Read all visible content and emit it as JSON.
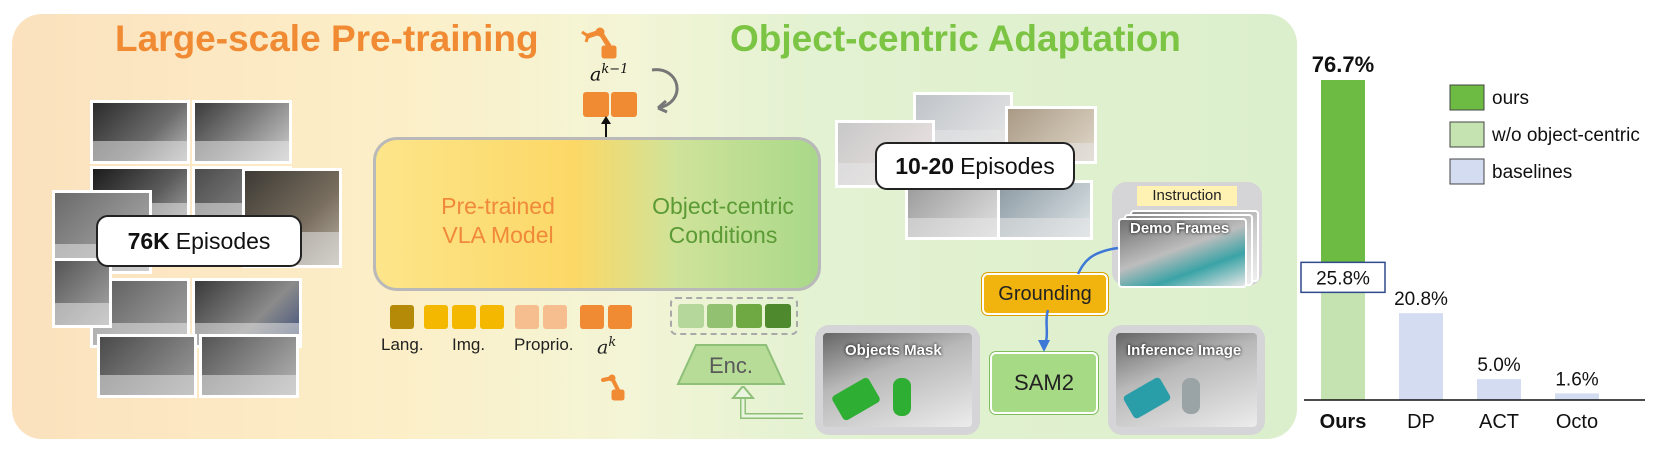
{
  "titles": {
    "left": "Large-scale Pre-training",
    "right": "Object-centric Adaptation"
  },
  "left_stack": {
    "count": "76K",
    "label": "Episodes"
  },
  "right_stack": {
    "count": "10-20",
    "label": "Episodes"
  },
  "model": {
    "left_line1": "Pre-trained",
    "left_line2": "VLA Model",
    "right_line1": "Object-centric",
    "right_line2": "Conditions"
  },
  "action_out_label": "a^{k−1}",
  "tokens": {
    "lang": "Lang.",
    "img": "Img.",
    "proprio": "Proprio.",
    "action": "a^k"
  },
  "encoder": "Enc.",
  "instruction": "Instruction",
  "demo_frames": "Demo Frames",
  "grounding": "Grounding",
  "sam2": "SAM2",
  "objects_mask": "Objects Mask",
  "inference_image": "Inference Image",
  "colors": {
    "orange_title": "#f08a33",
    "green_title": "#7cc444",
    "ours": "#6dbb42",
    "wo_object_centric": "#c5e3b0",
    "baselines": "#d3dcf0",
    "grounding": "#f1b40f"
  },
  "chart_data": {
    "type": "bar",
    "categories": [
      "Ours",
      "DP",
      "ACT",
      "Octo"
    ],
    "series": [
      {
        "name": "ours",
        "values": [
          76.7,
          null,
          null,
          null
        ]
      },
      {
        "name": "w/o object-centric",
        "values": [
          25.8,
          null,
          null,
          null
        ]
      },
      {
        "name": "baselines",
        "values": [
          null,
          20.8,
          5.0,
          1.6
        ]
      }
    ],
    "value_labels": [
      "76.7%",
      "25.8%",
      "20.8%",
      "5.0%",
      "1.6%"
    ],
    "legend": [
      "ours",
      "w/o object-centric",
      "baselines"
    ],
    "legend_position": "top-right",
    "ylim": [
      0,
      76.7
    ],
    "grid": false
  }
}
